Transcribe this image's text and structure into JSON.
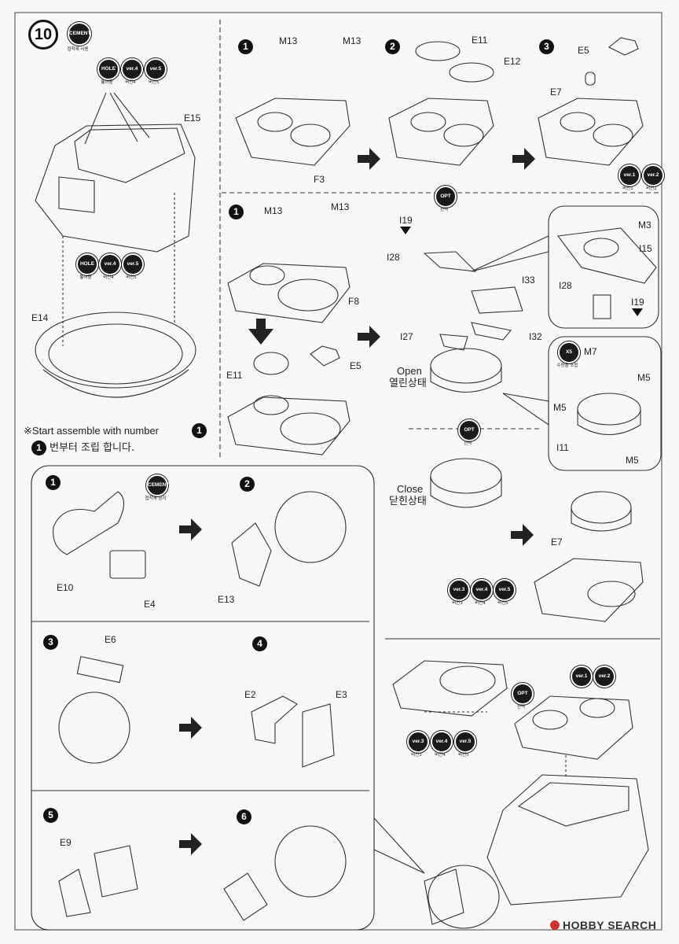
{
  "step": {
    "number": "10",
    "cement_badge": "CEMENT",
    "cement_caption": "접착제 사용"
  },
  "badges": {
    "hole": "HOLE",
    "hole_caption": "뚫어줌",
    "ver4": "ver.4",
    "ver4_caption": "버전4",
    "ver5": "ver.5",
    "ver5_caption": "버전5",
    "ver1": "ver.1",
    "ver1_caption": "버전1",
    "ver2": "ver.2",
    "ver2_caption": "버전2",
    "ver3": "ver.3",
    "ver3_caption": "버전3",
    "opt": "OPT",
    "opt_caption": "선택",
    "x5": "X5",
    "x5_caption": "수량을 조립",
    "no_cement_badge": "CEMENT",
    "no_cement_caption": "접착제 금지"
  },
  "sub_steps": [
    "1",
    "2",
    "3",
    "1",
    "1",
    "2",
    "3",
    "4",
    "5",
    "6"
  ],
  "parts": {
    "E15": "E15",
    "E14": "E14",
    "M13": "M13",
    "F3": "F3",
    "E11": "E11",
    "E12": "E12",
    "E5": "E5",
    "E7": "E7",
    "F8": "F8",
    "I19": "I19",
    "I28": "I28",
    "I33": "I33",
    "I27": "I27",
    "I32": "I32",
    "M3": "M3",
    "I15": "I15",
    "M7": "M7",
    "M5": "M5",
    "I11": "I11",
    "E10": "E10",
    "E4": "E4",
    "E13": "E13",
    "E6": "E6",
    "E2": "E2",
    "E3": "E3",
    "E9": "E9"
  },
  "states": {
    "open_en": "Open",
    "open_kr": "열린상태",
    "close_en": "Close",
    "close_kr": "닫힌상태"
  },
  "note": {
    "en": "※Start assemble with number",
    "num": "1",
    "kr": "번부터 조립 합니다."
  },
  "watermark": "HOBBY SEARCH"
}
